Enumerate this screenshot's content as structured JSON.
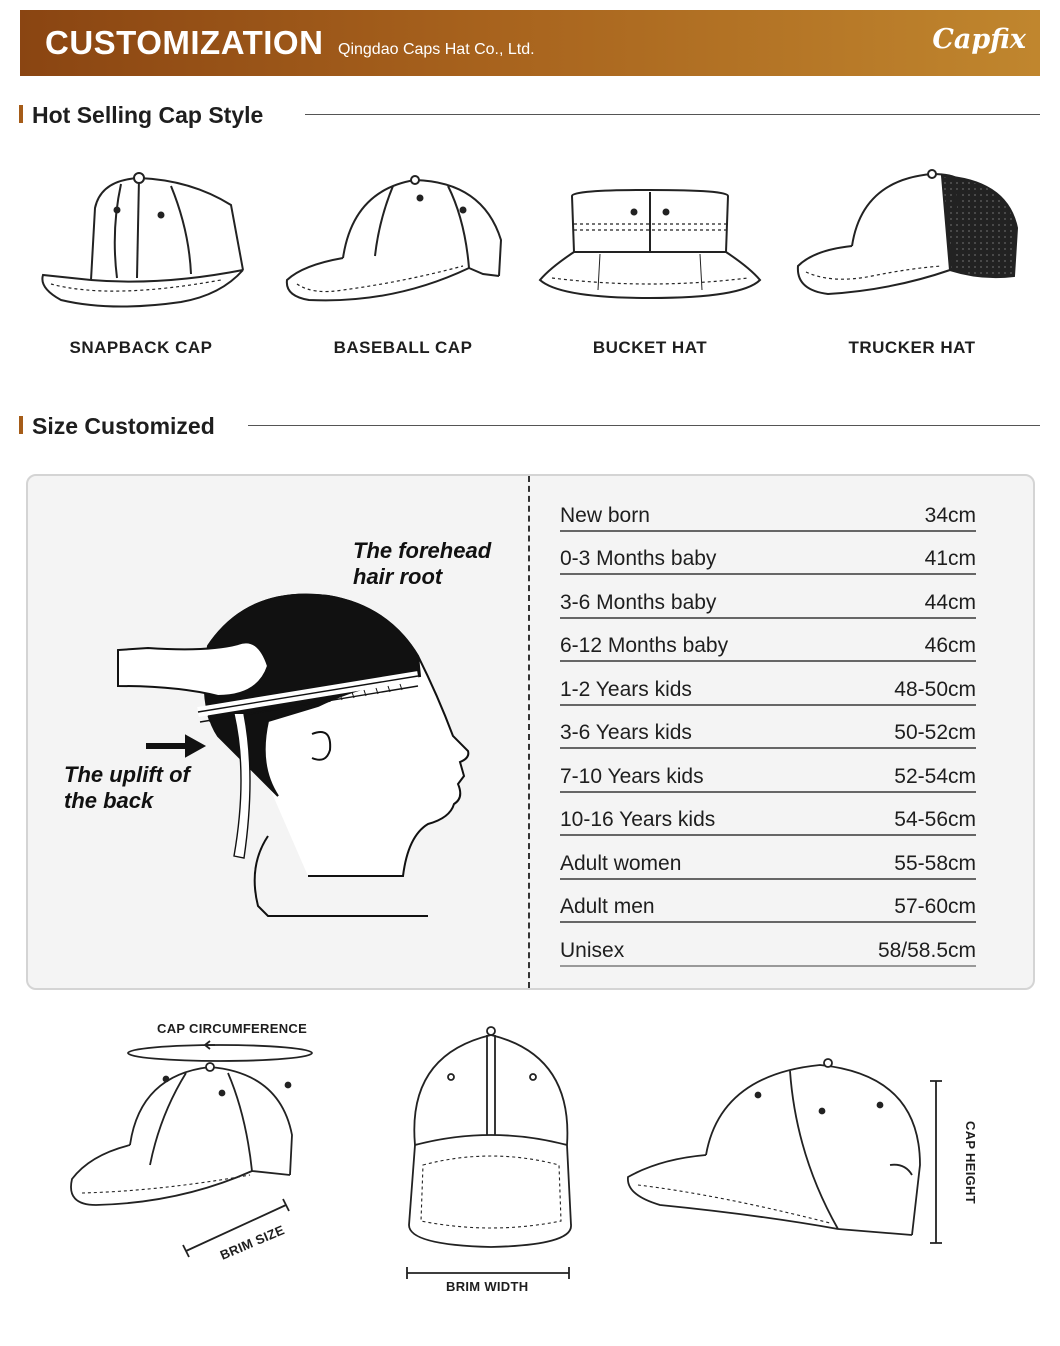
{
  "banner": {
    "title": "CUSTOMIZATION",
    "company": "Qingdao Caps Hat Co., Ltd.",
    "brand": "Capfix"
  },
  "sections": {
    "styles": "Hot Selling Cap Style",
    "size": "Size Customized"
  },
  "cap_styles": [
    {
      "label": "SNAPBACK CAP",
      "icon": "snapback-cap-illustration"
    },
    {
      "label": "BASEBALL CAP",
      "icon": "baseball-cap-illustration"
    },
    {
      "label": "BUCKET HAT",
      "icon": "bucket-hat-illustration"
    },
    {
      "label": "TRUCKER HAT",
      "icon": "trucker-hat-illustration"
    }
  ],
  "head_notes": {
    "forehead": "The forehead hair root",
    "back": "The uplift of the back"
  },
  "size_table": [
    {
      "age": "New born",
      "size": "34cm"
    },
    {
      "age": "0-3 Months baby",
      "size": "41cm"
    },
    {
      "age": "3-6 Months baby",
      "size": "44cm"
    },
    {
      "age": "6-12 Months baby",
      "size": "46cm"
    },
    {
      "age": "1-2 Years kids",
      "size": "48-50cm"
    },
    {
      "age": "3-6 Years kids",
      "size": "50-52cm"
    },
    {
      "age": "7-10 Years kids",
      "size": "52-54cm"
    },
    {
      "age": "10-16 Years kids",
      "size": "54-56cm"
    },
    {
      "age": "Adult women",
      "size": "55-58cm"
    },
    {
      "age": "Adult men",
      "size": "57-60cm"
    },
    {
      "age": "Unisex",
      "size": "58/58.5cm"
    }
  ],
  "measurements": {
    "circumference": "CAP CIRCUMFERENCE",
    "brim_size": "BRIM SIZE",
    "brim_width": "BRIM WIDTH",
    "cap_height": "CAP HEIGHT"
  },
  "colors": {
    "banner_start": "#8a4512",
    "banner_end": "#c0862e",
    "accent": "#a55c18"
  }
}
